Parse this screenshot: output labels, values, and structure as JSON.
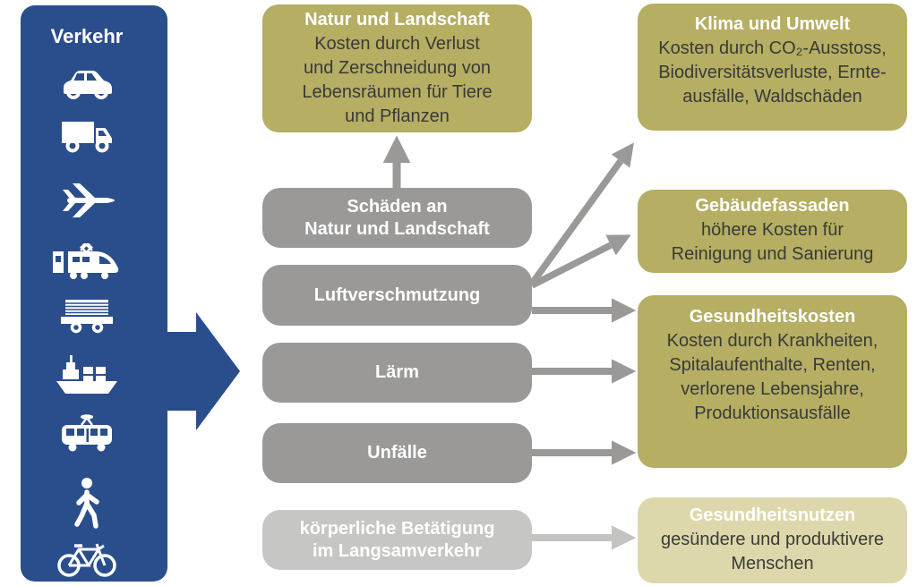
{
  "colors": {
    "blue": "#2a4e8c",
    "olive": "#b5ae63",
    "olive_light": "#ddd8ab",
    "gray": "#9a9998",
    "gray_light": "#c6c6c5",
    "arrow_gray": "#9a9998",
    "arrow_gray_light": "#c3c3c2",
    "text_dark": "#3a3a38",
    "title_white": "#ffffff"
  },
  "verkehr_panel": {
    "title": "Verkehr",
    "mode_icons": [
      "car-icon",
      "truck-icon",
      "airplane-icon",
      "highspeed-train-icon",
      "freight-wagon-icon",
      "cargo-ship-icon",
      "tram-icon",
      "pedestrian-icon",
      "bicycle-icon"
    ]
  },
  "sources": {
    "schaeden": {
      "label": "Schäden an\nNatur und Landschaft"
    },
    "luftverschmutzung": {
      "label": "Luftverschmutzung"
    },
    "laerm": {
      "label": "Lärm"
    },
    "unfaelle": {
      "label": "Unfälle"
    },
    "betaetigung": {
      "label": "körperliche Betätigung\nim Langsamverkehr"
    }
  },
  "effects": {
    "natur": {
      "title": "Natur und Landschaft",
      "body": "Kosten durch Verlust\nund Zerschneidung von\nLebensräumen für Tiere\nund Pflanzen"
    },
    "klima": {
      "title": "Klima und Umwelt",
      "body": "Kosten durch CO₂-Ausstoss,\nBiodiversitätsverluste, Ernte-\nausfälle, Waldschäden"
    },
    "gebaeude": {
      "title": "Gebäudefassaden",
      "body": "höhere Kosten für\nReinigung und Sanierung"
    },
    "gesundheitskosten": {
      "title": "Gesundheitskosten",
      "body": "Kosten durch Krankheiten,\nSpitalaufenthalte, Renten,\nverlorene Lebensjahre,\nProduktionsausfälle"
    },
    "gesundheitsnutzen": {
      "title": "Gesundheitsnutzen",
      "body": "gesündere und produktivere\nMenschen"
    }
  }
}
